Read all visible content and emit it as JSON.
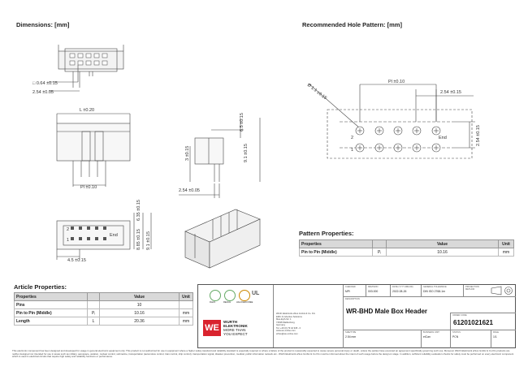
{
  "headings": {
    "dimensions": "Dimensions: [mm]",
    "hole_pattern": "Recommended Hole Pattern: [mm]",
    "pattern_properties": "Pattern Properties:",
    "article_properties": "Article Properties:"
  },
  "dim": {
    "sq": "□ 0.64 ±0.15",
    "pitch": "2.54 ±0.05",
    "len": "L ±0.20",
    "pl": "Pl ±0.10",
    "h65": "6.5 ±0.15",
    "h91": "9.1 ±0.15",
    "h3": "3 ±0.15",
    "w254": "2.54 ±0.05",
    "h635": "6.35 ±0.15",
    "h885": "8.85 ±0.15",
    "h91b": "9.1 ±0.15",
    "w45": "4.5 ±0.15",
    "pin2": "2",
    "pin1": "1",
    "end": "End"
  },
  "hole": {
    "dia": "Ø 1.1 ±0.15",
    "pl": "Pl ±0.10",
    "pitch": "2.54 ±0.15",
    "pitch_v": "2.54 ±0.15",
    "pin2": "2",
    "pin1": "1",
    "end": "End"
  },
  "pattern_table": {
    "headers": [
      "Properties",
      "",
      "Value",
      "Unit"
    ],
    "rows": [
      {
        "property": "Pin to Pin (Middle)",
        "symbol": "Pᵢ",
        "value": "10.16",
        "unit": "mm"
      }
    ]
  },
  "article_table": {
    "headers": [
      "Properties",
      "",
      "Value",
      "Unit"
    ],
    "rows": [
      {
        "property": "Pins",
        "symbol": "",
        "value": "10",
        "unit": ""
      },
      {
        "property": "Pin to Pin (Middle)",
        "symbol": "Pᵢ",
        "value": "10.16",
        "unit": "mm"
      },
      {
        "property": "Length",
        "symbol": "L",
        "value": "20.36",
        "unit": "mm"
      }
    ]
  },
  "title_block": {
    "logo_line1": "WURTH",
    "logo_line2": "ELEKTRONIK",
    "logo_line3": "MORE THAN",
    "logo_line4": "YOU EXPECT",
    "address": [
      "Würth Elektronik eiSos GmbH & Co. KG",
      "EMC & Inductive Solutions",
      "Max-Eyth-Str. 1",
      "74638 Waldenburg",
      "Germany",
      "Tel. +49 (0) 79 42 945 - 0",
      "www.we-online.com",
      "eiSos@we-online.com"
    ],
    "cert1": "RoHS",
    "cert2": "REACH",
    "cert3": "HALOGEN FREE",
    "ul": "UL",
    "checked_label": "CHECKED",
    "checked": "MPi",
    "revision_label": "REVISION",
    "revision": "003.000",
    "date_label": "DATE (YYYY-MM-DD)",
    "date": "2022-08-26",
    "tol_label": "GENERAL TOLERANCE",
    "tol": "DIN ISO 2768-1m",
    "proj_label": "PROJECTION METHOD",
    "desc_label": "DESCRIPTION",
    "title": "WR-BHD Male Box Header",
    "order_label": "ORDER CODE",
    "order_code": "61201021621",
    "size_label": "SIZE/TYPE",
    "size": "2.54 mm",
    "btype_label": "BUSINESS UNIT",
    "btype": "eiCan",
    "status_label": "STATUS",
    "status": "PCN",
    "page_label": "PAGE",
    "page": "1/1"
  },
  "disclaimer": "This electronic component has been designed and developed for usage in general electronic equipment only. This product is not authorized for use in equipment where a higher safety standard and reliability standard is especially required or where a failure of the product is reasonably expected to cause severe personal injury or death, unless the parties have executed an agreement specifically governing such use. Moreover Würth Elektronik eiSos GmbH & Co KG products are neither designed nor intended for use in areas such as military, aerospace, aviation, nuclear control, submarine, transportation (automotive control, train control, ship control), transportation signal, disaster prevention, medical, public information network etc.. Würth Elektronik eiSos GmbH & Co KG must be informed about the intent of such usage before the design-in stage. In addition, sufficient reliability evaluation checks for safety must be performed on every electronic component which is used in electrical circuits that require high safety and reliability functions or performance."
}
